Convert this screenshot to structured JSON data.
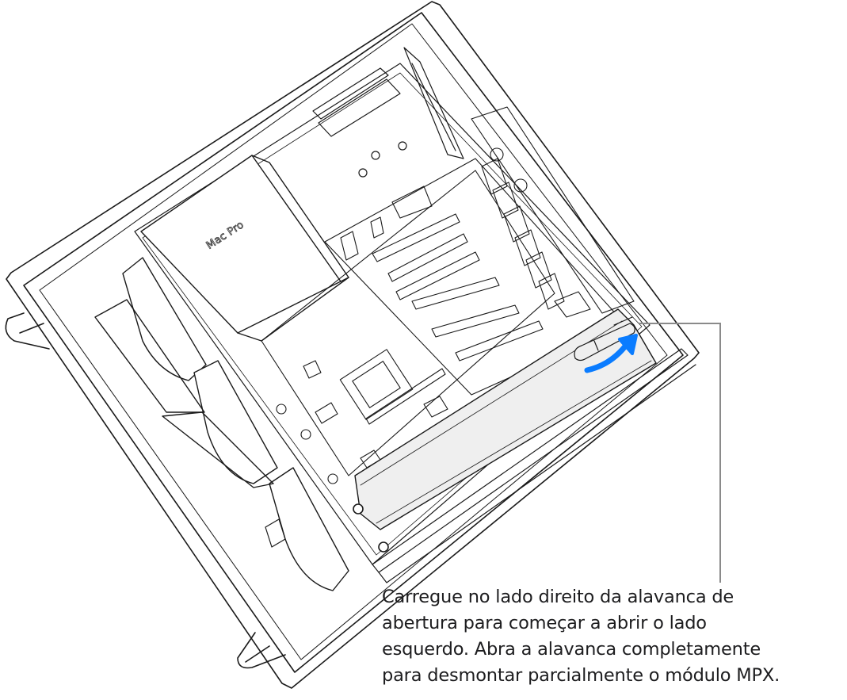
{
  "figure": {
    "subject": "Mac Pro interior with MPX module latch",
    "brand_label": "Mac Pro",
    "brand_icon": "apple-logo-icon",
    "arrow_color": "#0a7cff",
    "callout_line_color": "#8a8a8a",
    "module_fill_color": "#efefef",
    "line_color": "#1a1a1a"
  },
  "caption": {
    "lines": [
      "Carregue no lado direito da alavanca de",
      "abertura para começar a abrir o lado",
      "esquerdo. Abra a alavanca completamente",
      "para desmontar parcialmente o módulo MPX."
    ]
  }
}
